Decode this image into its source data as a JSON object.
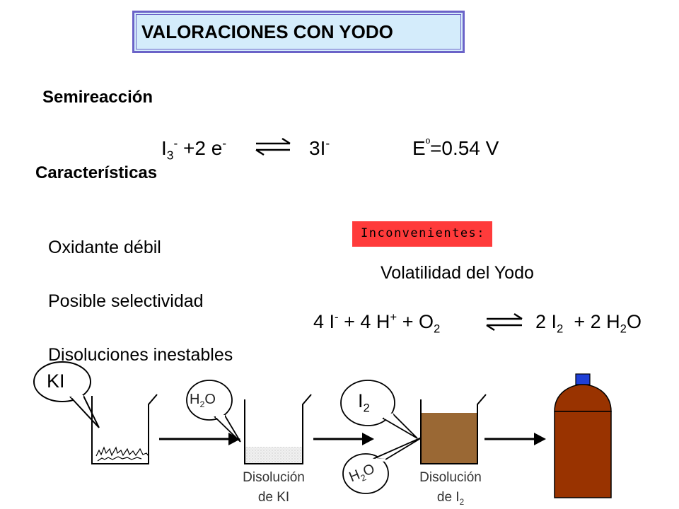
{
  "title": "VALORACIONES CON YODO",
  "semireaccion_heading": "Semireacción",
  "half_reaction": {
    "reactant": "I",
    "reactant_sub": "3",
    "reactant_sup": "-",
    "electrons": " +2 e",
    "electrons_sup": "-",
    "product": "3I",
    "product_sup": "-",
    "potential_E": "E",
    "potential_deg": "º",
    "potential_value": "=0.54 V"
  },
  "caracteristicas_heading": "Características",
  "features": [
    "Oxidante débil",
    "Posible selectividad",
    "Disoluciones inestables"
  ],
  "inconvenientes_label": "Inconvenientes:",
  "volatility": "Volatilidad del Yodo",
  "oxidation_reaction": {
    "t1": "4 I",
    "t1_sup": "-",
    "t2": " + 4 H",
    "t2_sup": "+",
    "t3": " + O",
    "t3_sub": "2",
    "p1": "2 I",
    "p1_sub": "2",
    "p2": "  + 2 H",
    "p2_sub": "2",
    "p3": "O"
  },
  "callouts": {
    "ki": "KI",
    "water_h": "H",
    "water_sub": "2",
    "water_o": "O",
    "iodine": "I",
    "iodine_sub": "2",
    "water2_h": "H",
    "water2_sub": "2",
    "water2_o": "O"
  },
  "captions": {
    "ki_solution_line1": "Disolución",
    "ki_solution_line2": "de KI",
    "i2_solution_line1": "Disolución",
    "i2_solution_line2": "de I",
    "i2_solution_sub": "2"
  },
  "colors": {
    "title_bg": "#d4ecfb",
    "title_border": "#6b63c8",
    "warning_bg": "#ff3b3b",
    "iodine_solution": "#9a6834",
    "bottle": "#993300",
    "bottle_cap": "#1f3fd6"
  }
}
